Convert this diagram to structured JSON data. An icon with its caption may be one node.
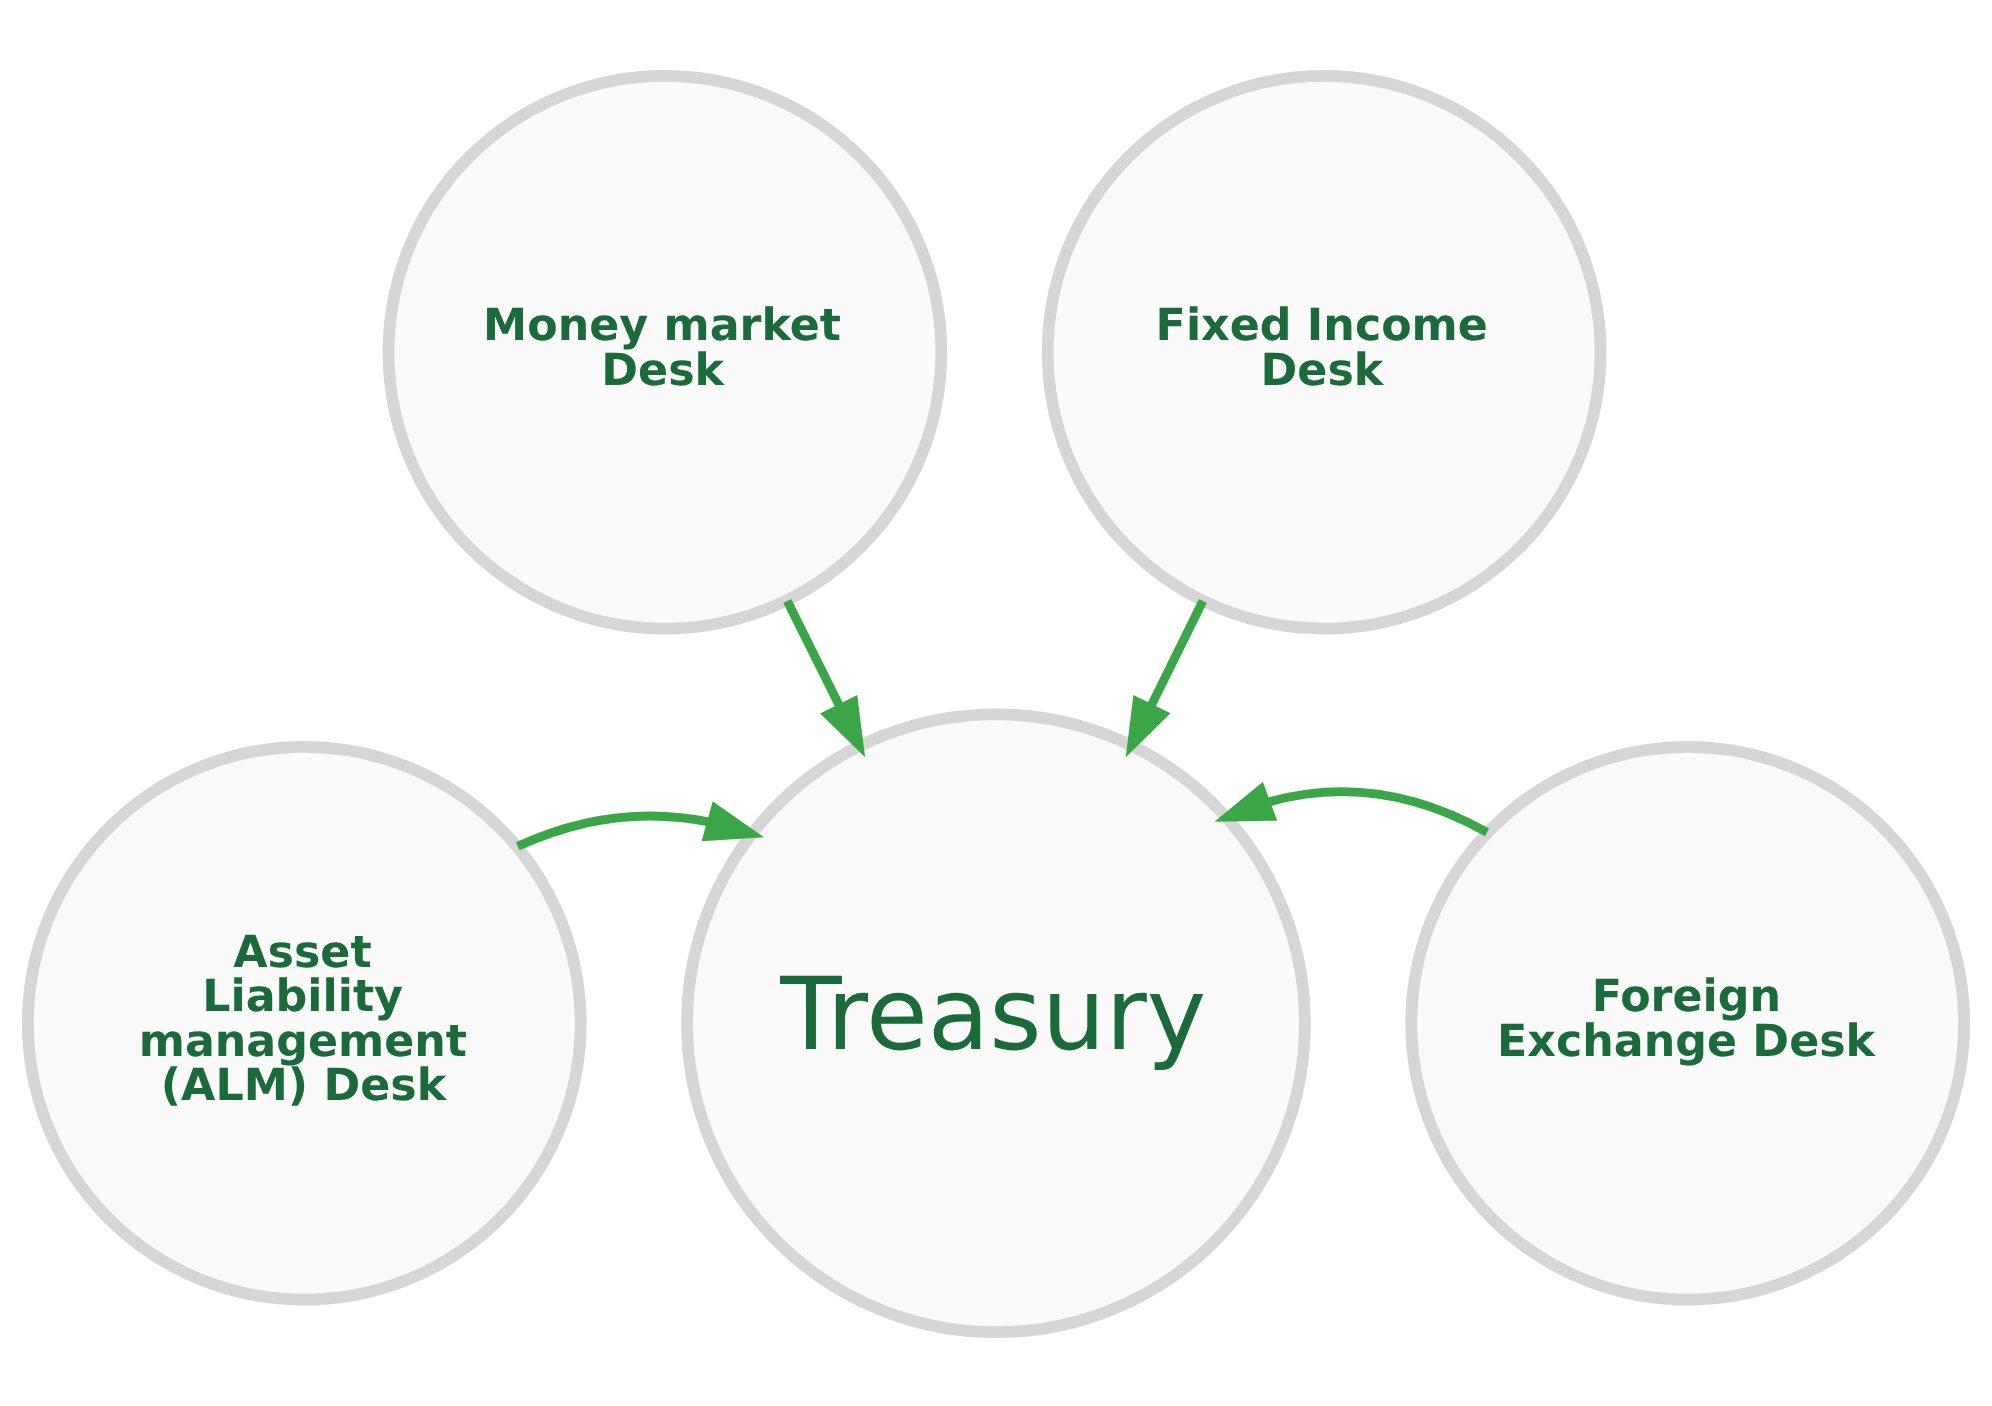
{
  "diagram": {
    "nodes": [
      {
        "text": [
          "Money market Desk"
        ]
      },
      {
        "text": [
          "Fixed Income Desk"
        ]
      },
      {
        "text": [
          "Asset Liability management (ALM) Desk"
        ]
      },
      {
        "text": [
          "Treasury"
        ]
      },
      {
        "text": [
          "Foreign Exchange Desk"
        ]
      }
    ],
    "edges": [
      {
        "from": 0,
        "to": 3,
        "arrow": "to"
      },
      {
        "from": 1,
        "to": 3,
        "arrow": "to"
      },
      {
        "from": 2,
        "to": 3,
        "arrow": "to"
      },
      {
        "from": 4,
        "to": 3,
        "arrow": "to"
      }
    ]
  }
}
